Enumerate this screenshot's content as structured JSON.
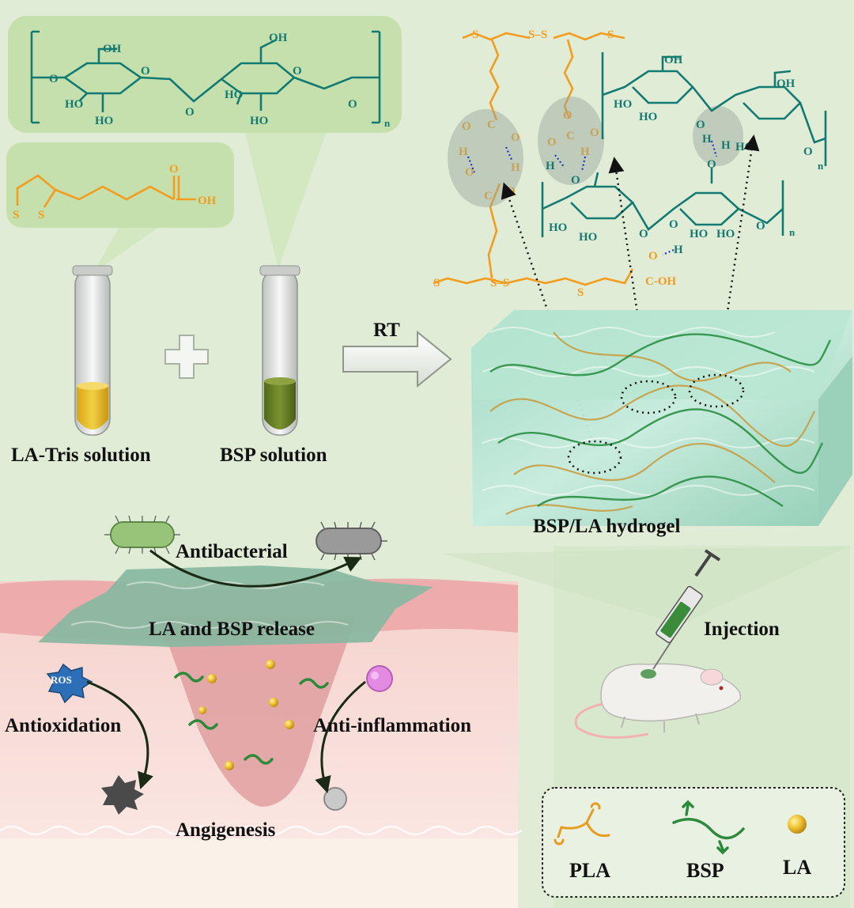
{
  "labels": {
    "la_tris_solution": "LA-Tris solution",
    "bsp_solution": "BSP solution",
    "rt": "RT",
    "hydrogel": "BSP/LA hydrogel",
    "antibacterial": "Antibacterial",
    "release": "LA and BSP release",
    "injection": "Injection",
    "antioxidation": "Antioxidation",
    "anti_inflammation": "Anti-inflammation",
    "angiogenesis": "Angigenesis",
    "ros": "ROS"
  },
  "legend": {
    "items": [
      {
        "label": "PLA",
        "icon": "pla-chain-icon"
      },
      {
        "label": "BSP",
        "icon": "bsp-chain-icon"
      },
      {
        "label": "LA",
        "icon": "la-sphere-icon"
      }
    ]
  },
  "chem": {
    "oh": "OH",
    "ho": "HO",
    "o": "O",
    "h": "H",
    "s": "S",
    "c": "C",
    "n": "n",
    "cooh": "C-OH"
  },
  "colors": {
    "background": "#e1ecd7",
    "pla_orange": "#f39c1e",
    "bsp_teal": "#137a72",
    "chain_green": "#2d8a3a",
    "la_yellow": "#e8c13a",
    "skin_pink": "#f2c9c5",
    "wound_red": "#d98f92"
  }
}
